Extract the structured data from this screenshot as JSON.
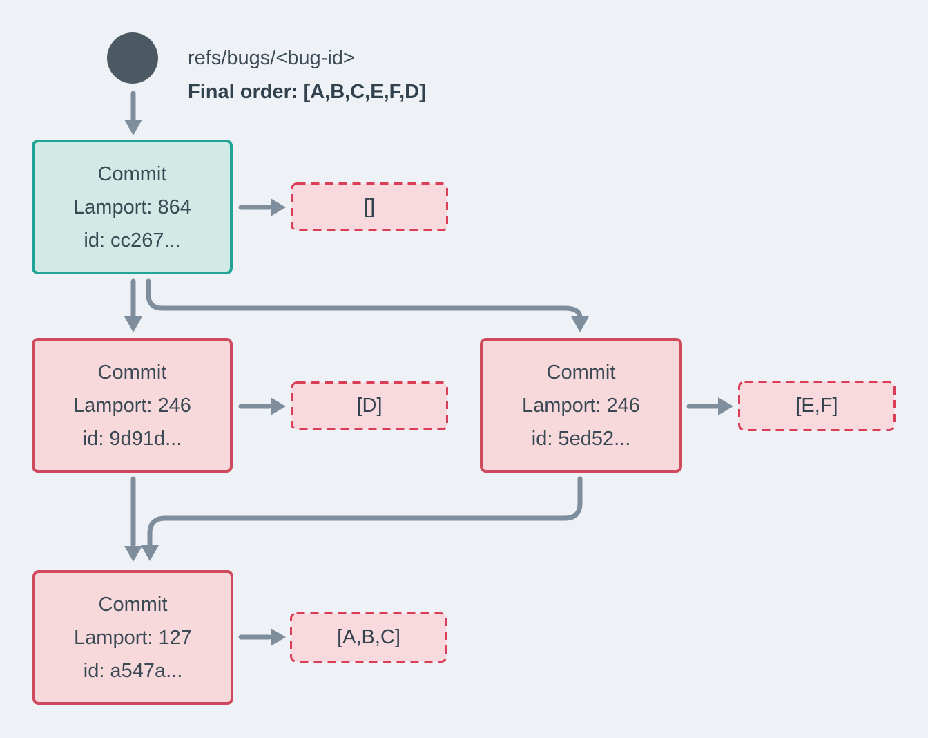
{
  "header": {
    "ref_label": "refs/bugs/<bug-id>",
    "final_order": "Final order: [A,B,C,E,F,D]"
  },
  "nodes": {
    "root": {
      "title": "Commit",
      "lamport": "Lamport: 864",
      "id": "id: cc267...",
      "ops": "[]"
    },
    "left": {
      "title": "Commit",
      "lamport": "Lamport: 246",
      "id": "id: 9d91d...",
      "ops": "[D]"
    },
    "right": {
      "title": "Commit",
      "lamport": "Lamport: 246",
      "id": "id: 5ed52...",
      "ops": "[E,F]"
    },
    "bottom": {
      "title": "Commit",
      "lamport": "Lamport: 127",
      "id": "id: a547a...",
      "ops": "[A,B,C]"
    }
  },
  "colors": {
    "background": "#eef1f5",
    "ink": "#3a4954",
    "ref_circle": "#4b5963",
    "arrow": "#7e8e9c",
    "teal_border": "#20a496",
    "teal_fill": "#d2eae6",
    "red_border": "#d04a5e",
    "pink_fill": "#f7d9dc",
    "ops_dash_border": "#da3e56",
    "ops_fill": "#f8d9dd"
  }
}
